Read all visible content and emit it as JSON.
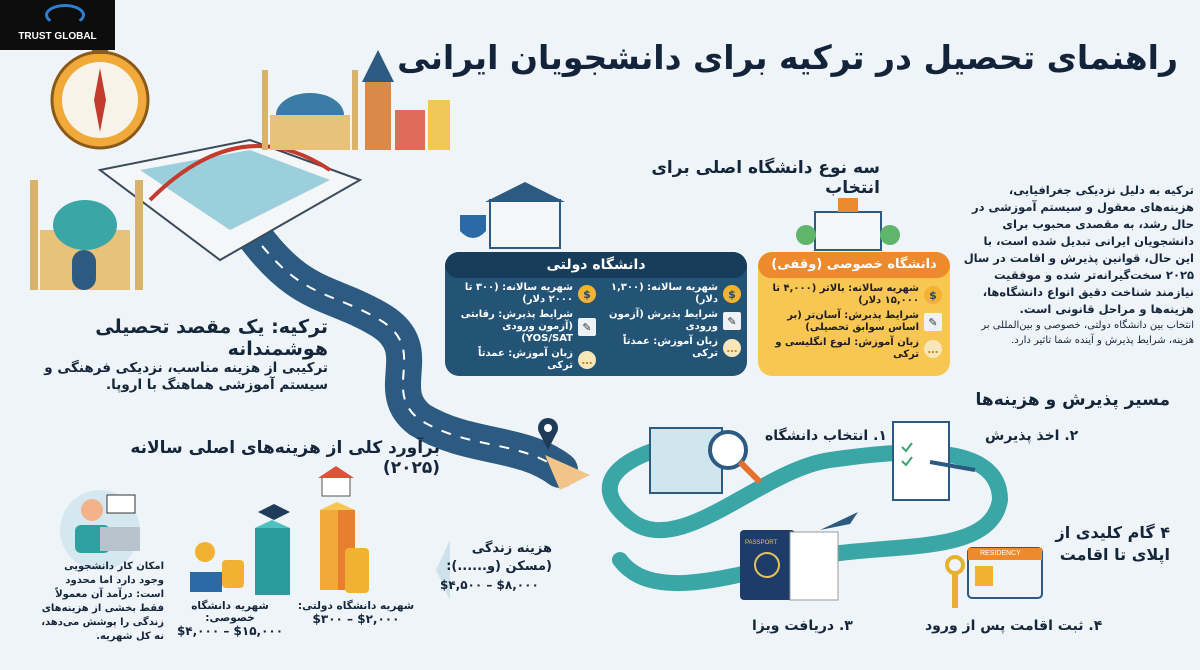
{
  "logo": {
    "text": "TRUST GLOBAL"
  },
  "title": "راهنمای تحصیل در ترکیه برای دانشجویان ایرانی",
  "universities": {
    "heading": "سه نوع دانشگاه اصلی برای انتخاب",
    "state": {
      "title": "دانشگاه دولتی",
      "col_right": [
        {
          "icon": "money-bag-icon",
          "text": "شهریه سالانه: (۱,۳۰۰ دلار)"
        },
        {
          "icon": "document-icon",
          "text": "شرایط پذیرش (آزمون ورودی"
        },
        {
          "icon": "chat-icon",
          "text": "زبان آموزش: عمدتاً ترکی"
        }
      ],
      "col_left": [
        {
          "icon": "money-bag-icon",
          "text": "شهریه سالانه: (۳۰۰ تا ۲۰۰۰ دلار)"
        },
        {
          "icon": "document-icon",
          "text": "شرایط پذیرش: رقابتی (آزمون ورودی YOS/SAT)"
        },
        {
          "icon": "chat-icon",
          "text": "زبان آموزش: عمدتاً ترکی"
        }
      ]
    },
    "private": {
      "title": "دانشگاه خصوصی (وقفی)",
      "items": [
        {
          "icon": "money-bag-icon",
          "text": "شهریه سالانه: بالاتر (۴,۰۰۰ تا ۱۵,۰۰۰ دلار)"
        },
        {
          "icon": "document-icon",
          "text": "شرایط پذبرش: آسان‌تر (بر اساس سوابق تحصیلی)"
        },
        {
          "icon": "chat-icon",
          "text": "زبان آموزش: لنوع انگلیسی و ترکی"
        }
      ]
    }
  },
  "intro": {
    "p1": "ترکیه به دلیل نزدیکی جغرافیایی، هزینه‌های معقول و سیستم آموزشی در حال رشد، به مقصدی محبوب برای دانشجویان ایرانی تبدیل شده است، با این حال، قوانین پذیرش و اقامت در سال ۲۰۲۵ سخت‌گیرانه‌تر شده و موفقیت نیازمند شناخت دقیق انواع دانشگاه‌ها، هزینه‌ها و مراحل قانونی است.",
    "p2": "انتخاب بین دانشگاه دولتی، خصوصی و بین‌المللی بر هزینه، شرایط پذیرش و آینده شما تاثیر دارد."
  },
  "turkey": {
    "heading": "ترکیه: یک مقصد تحصیلی هوشمندانه",
    "text": "ترکیبی از هزینه مناسب، نزدیکی فرهنگی و سیستم آموزشی هماهنگ با اروپا."
  },
  "costs": {
    "heading": "برآورد کلی از هزینه‌های اصلی سالانه (۲۰۲۵)",
    "work": "امکان کار دانشجویی وجود دارد اما محدود است: درآمد آن معمولاً فقط بخشی از هزینه‌های زندگی را پوشش می‌دهد، نه کل شهریه.",
    "private_label": "شهریه دانشگاه خصوصی:",
    "private_range": "$۴,۰۰۰ – $۱۵,۰۰۰",
    "state_label": "شهریه دانشگاه دولتی:",
    "state_range": "$۳۰۰ – $۲,۰۰۰",
    "living_label": "هزینه زندگی (مسکن (و......):",
    "living_range": "$۴,۵۰۰ – $۸,۰۰۰"
  },
  "route": {
    "heading": "مسیر پذیرش و هزینه‌ها",
    "steps": [
      "۱. انتخاب دانشگاه",
      "۲. اخذ پذیرش",
      "۳. دریافت ویزا",
      "۴. ثبت اقامت پس از ورود"
    ],
    "key_line1": "۴ گام کلیدی از",
    "key_line2": "اپلای تا اقامت",
    "passport": "PASSPORT",
    "residency": "RESIDENCY"
  },
  "colors": {
    "navy": "#173d5a",
    "orange": "#ee8a2e",
    "yellow": "#f8c652",
    "teal": "#3aa6a6"
  }
}
